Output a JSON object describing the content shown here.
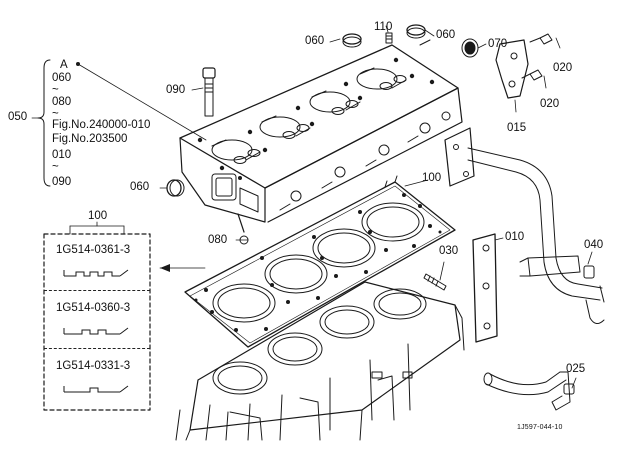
{
  "callouts": {
    "c060_a": "060",
    "c110": "110",
    "c060_b": "060",
    "c070": "070",
    "c020_a": "020",
    "c020_b": "020",
    "c015": "015",
    "c090": "090",
    "c050": "050",
    "c060_left": "060",
    "c100_main": "100",
    "c080": "080",
    "c030": "030",
    "c010": "010",
    "c040": "040",
    "c025": "025",
    "c100_box": "100"
  },
  "note": {
    "marker": "A",
    "lines": [
      "060",
      "~",
      "080",
      "~",
      "Fig.No.240000-010",
      "Fig.No.203500",
      "010",
      "~",
      "090"
    ]
  },
  "gasket_variants": [
    {
      "part_no": "1G514-0361-3",
      "notch_icon": "gasket-notch-3-icon"
    },
    {
      "part_no": "1G514-0360-3",
      "notch_icon": "gasket-notch-2-icon"
    },
    {
      "part_no": "1G514-0331-3",
      "notch_icon": "gasket-notch-1-icon"
    }
  ],
  "drawing_code": "1J597-044-10",
  "colors": {
    "line": "#1a1a1a",
    "background": "#ffffff"
  }
}
